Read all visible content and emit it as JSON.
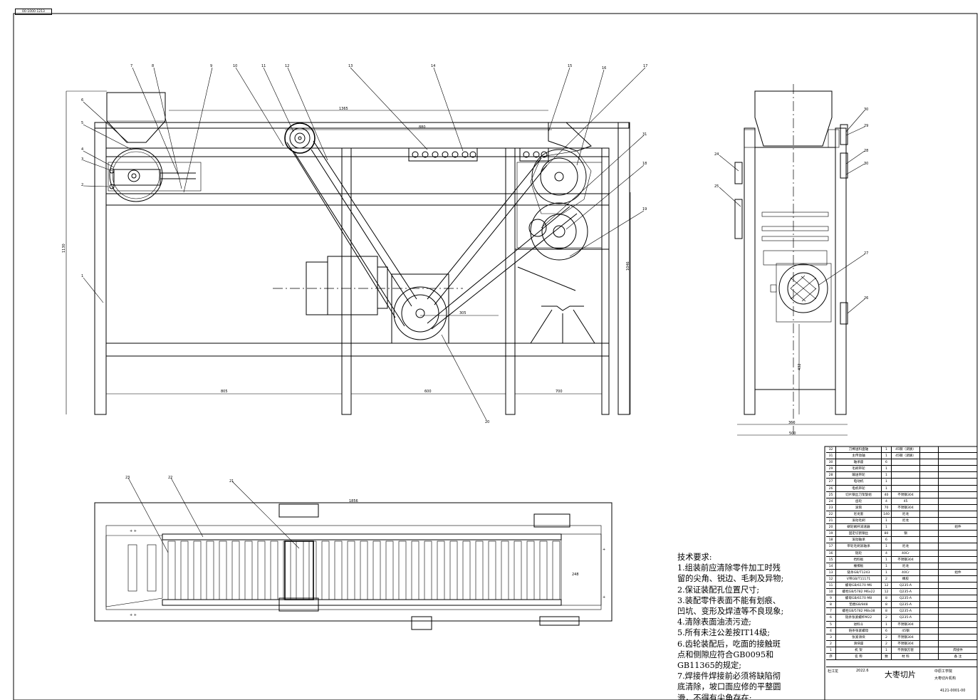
{
  "drawing": {
    "corner_code": "00-1000-1213",
    "title": "大枣切片",
    "school": "中原工学院",
    "subtitle": "大枣切片机构",
    "drawing_code": "4121-0001-00",
    "drawn_by": "杜江龙",
    "date": "2022.6"
  },
  "part_callouts": [
    "1",
    "2",
    "3",
    "4",
    "5",
    "6",
    "7",
    "8",
    "9",
    "10",
    "11",
    "12",
    "13",
    "14",
    "15",
    "16",
    "17",
    "18",
    "19",
    "20",
    "21",
    "22",
    "23",
    "24",
    "25",
    "26",
    "27",
    "28",
    "29",
    "30",
    "31"
  ],
  "dimensions": {
    "front_top": "1365",
    "front_inner": "880",
    "front_height_left": "1130",
    "front_height_right": "1046",
    "front_bottom_1": "805",
    "front_bottom_2": "600",
    "front_bottom_3": "700",
    "front_mid": "305",
    "side_bottom_1": "360",
    "side_bottom_2": "500",
    "side_height": "432",
    "plan_top": "1856",
    "plan_right": "248"
  },
  "tech_requirements": {
    "heading": "技术要求:",
    "lines": [
      "1.组装前应清除零件加工时残",
      "留的尖角、锐边、毛刺及异物;",
      "2.保证装配孔位置尺寸;",
      "3.装配零件表面不能有划痕、",
      "凹坑、变形及焊渣等不良现象;",
      "4.清除表面油渍污迹;",
      "5.所有未注公差按IT14级;",
      "6.齿轮装配后，吃面的接触斑",
      "点和侧隙应符合GB0095和",
      "GB11365的规定;",
      "7.焊接件焊接前必须将缺陷彻",
      "底清除，坡口面应修的平整圆",
      "滑，不得有尖角存在;"
    ]
  },
  "bom": [
    {
      "no": "32",
      "name": "刀棒送料盘轴",
      "qty": "1",
      "mat": "45钢（调质）",
      "wt": "",
      "note": ""
    },
    {
      "no": "31",
      "name": "主传动轴",
      "qty": "1",
      "mat": "45钢（调质）",
      "wt": "",
      "note": ""
    },
    {
      "no": "30",
      "name": "轴承座",
      "qty": "6",
      "mat": "",
      "wt": "",
      "note": ""
    },
    {
      "no": "29",
      "name": "毛刷带轮",
      "qty": "1",
      "mat": "",
      "wt": "",
      "note": ""
    },
    {
      "no": "28",
      "name": "输送带轮",
      "qty": "1",
      "mat": "",
      "wt": "",
      "note": ""
    },
    {
      "no": "27",
      "name": "电动机",
      "qty": "1",
      "mat": "",
      "wt": "",
      "note": ""
    },
    {
      "no": "26",
      "name": "电机带轮",
      "qty": "1",
      "mat": "",
      "wt": "",
      "note": ""
    },
    {
      "no": "25",
      "name": "切片钢丝刀架旋组",
      "qty": "40",
      "mat": "不锈钢304",
      "wt": "",
      "note": ""
    },
    {
      "no": "24",
      "name": "齿轮",
      "qty": "4",
      "mat": "45",
      "wt": "",
      "note": ""
    },
    {
      "no": "23",
      "name": "滚筒",
      "qty": "70",
      "mat": "不锈钢304",
      "wt": "",
      "note": ""
    },
    {
      "no": "22",
      "name": "尼龙套",
      "qty": "140",
      "mat": "尼龙",
      "wt": "",
      "note": ""
    },
    {
      "no": "21",
      "name": "滚动毛刷",
      "qty": "1",
      "mat": "尼龙",
      "wt": "",
      "note": ""
    },
    {
      "no": "20",
      "name": "蜗轮蜗杆减速器",
      "qty": "1",
      "mat": "",
      "wt": "",
      "note": "组件"
    },
    {
      "no": "19",
      "name": "固定切割钢丝",
      "qty": "80",
      "mat": "钢",
      "wt": "",
      "note": ""
    },
    {
      "no": "18",
      "name": "滚动轴承",
      "qty": "6",
      "mat": "",
      "wt": "",
      "note": ""
    },
    {
      "no": "17",
      "name": "带轮毛刷滚轴承",
      "qty": "1",
      "mat": "尼龙",
      "wt": "",
      "note": ""
    },
    {
      "no": "16",
      "name": "链轮",
      "qty": "4",
      "mat": "40Cr",
      "wt": "",
      "note": ""
    },
    {
      "no": "15",
      "name": "挡料板",
      "qty": "1",
      "mat": "不锈钢304",
      "wt": "",
      "note": ""
    },
    {
      "no": "14",
      "name": "栅擦板",
      "qty": "1",
      "mat": "尼龙",
      "wt": "",
      "note": ""
    },
    {
      "no": "13",
      "name": "链条GB/T1243",
      "qty": "1",
      "mat": "40Cr",
      "wt": "",
      "note": "组件"
    },
    {
      "no": "12",
      "name": "V带GB/T11171",
      "qty": "2",
      "mat": "橡胶",
      "wt": "",
      "note": ""
    },
    {
      "no": "11",
      "name": "螺母GB/6170 M6",
      "qty": "12",
      "mat": "Q235-A",
      "wt": "",
      "note": ""
    },
    {
      "no": "10",
      "name": "螺栓GB/5782 M6x22",
      "qty": "12",
      "mat": "Q235-A",
      "wt": "",
      "note": ""
    },
    {
      "no": "9",
      "name": "螺母GB/6170 M8",
      "qty": "8",
      "mat": "Q235-A",
      "wt": "",
      "note": ""
    },
    {
      "no": "8",
      "name": "垫圈GB/848",
      "qty": "8",
      "mat": "Q235-A",
      "wt": "",
      "note": ""
    },
    {
      "no": "7",
      "name": "螺栓GB/5782 M8x38",
      "qty": "8",
      "mat": "Q235-A",
      "wt": "",
      "note": ""
    },
    {
      "no": "6",
      "name": "链条张紧螺杆M22",
      "qty": "2",
      "mat": "Q235-A",
      "wt": "",
      "note": ""
    },
    {
      "no": "5",
      "name": "进料斗",
      "qty": "1",
      "mat": "不锈钢304",
      "wt": "",
      "note": ""
    },
    {
      "no": "4",
      "name": "链条张紧螺母",
      "qty": "6",
      "mat": "45钢",
      "wt": "",
      "note": ""
    },
    {
      "no": "3",
      "name": "张紧滑块",
      "qty": "2",
      "mat": "不锈钢304",
      "wt": "",
      "note": ""
    },
    {
      "no": "2",
      "name": "滑块座",
      "qty": "2",
      "mat": "不锈钢304",
      "wt": "",
      "note": ""
    },
    {
      "no": "1",
      "name": "机 架",
      "qty": "1",
      "mat": "不锈钢方管",
      "wt": "",
      "note": "焊接件"
    },
    {
      "no": "序",
      "name": "名 称",
      "qty": "数",
      "mat": "材 料",
      "wt": "",
      "note": "备 注"
    }
  ]
}
